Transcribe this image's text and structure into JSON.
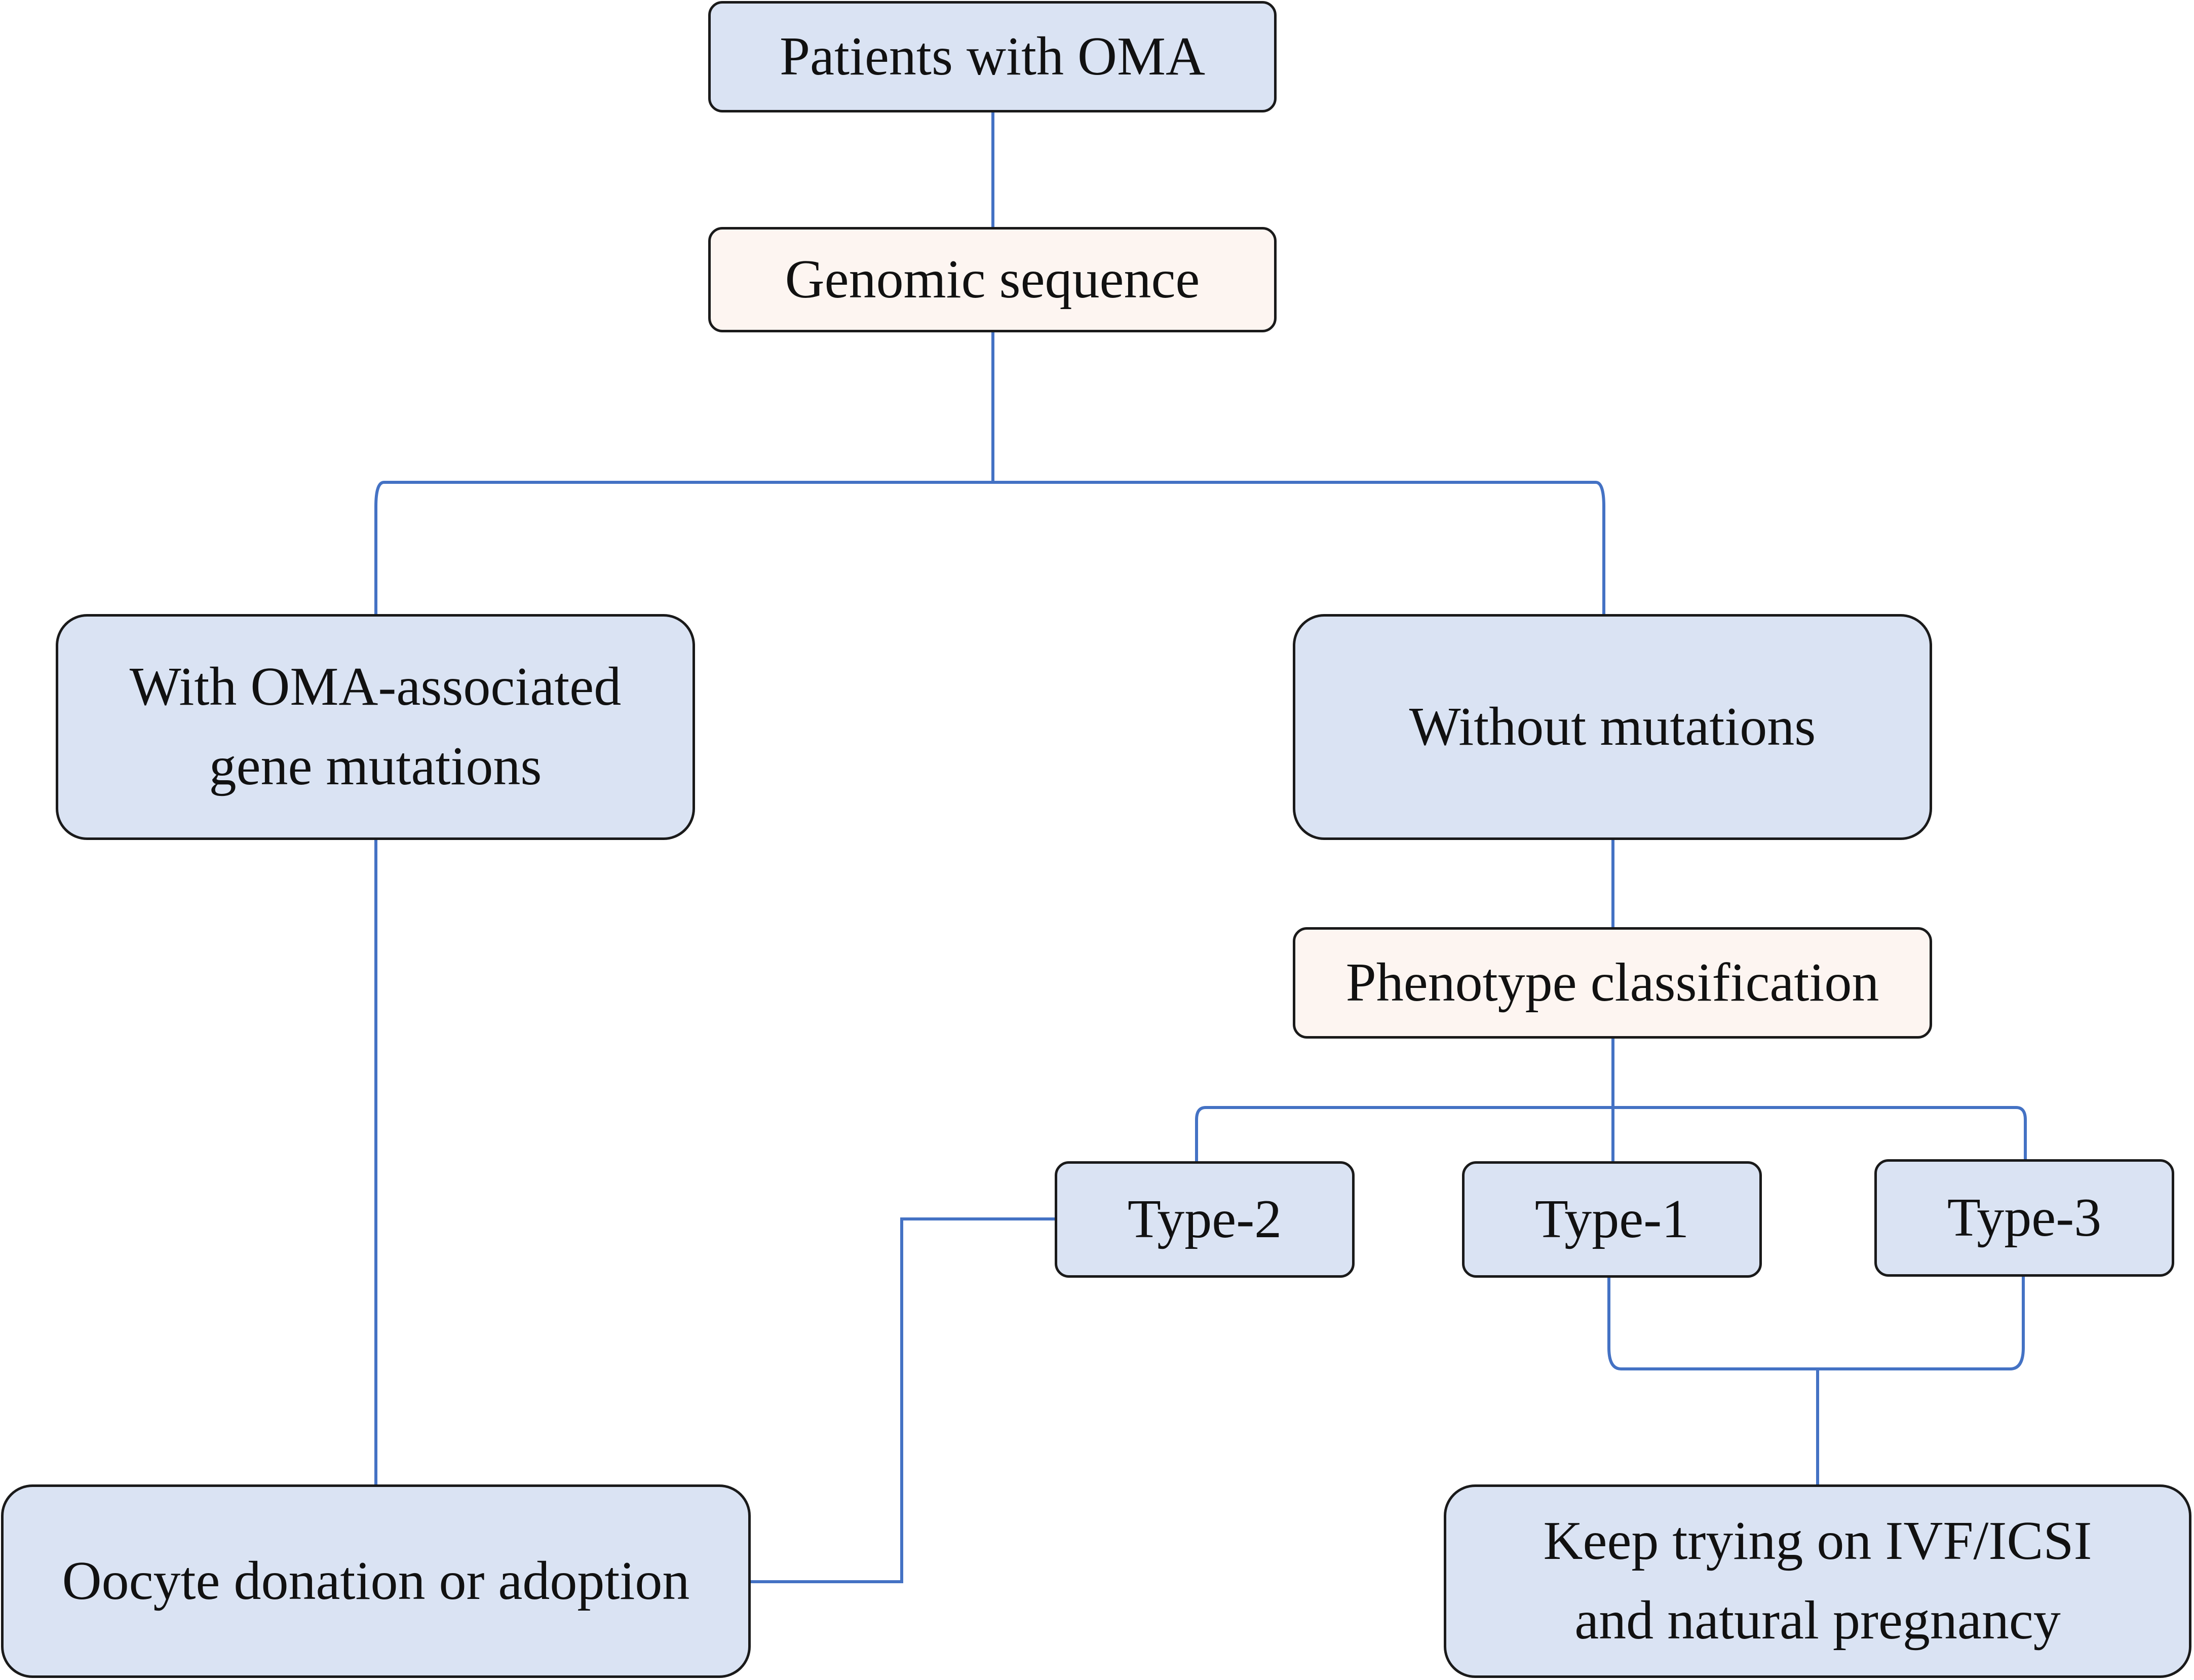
{
  "colors": {
    "primary_box_fill": "#dae3f3",
    "process_box_fill": "#fdf5f1",
    "box_border": "#1a1a1a",
    "connector": "#4472c4"
  },
  "nodes": {
    "patients": {
      "label": "Patients with OMA"
    },
    "genomic": {
      "label": "Genomic sequence"
    },
    "with_mutations": {
      "label": "With OMA-associated\ngene mutations"
    },
    "without_mutations": {
      "label": "Without mutations"
    },
    "phenotype": {
      "label": "Phenotype classification"
    },
    "type2": {
      "label": "Type-2"
    },
    "type1": {
      "label": "Type-1"
    },
    "type3": {
      "label": "Type-3"
    },
    "donation": {
      "label": "Oocyte donation or adoption"
    },
    "keep_trying": {
      "label": "Keep trying on IVF/ICSI\nand natural pregnancy"
    }
  }
}
